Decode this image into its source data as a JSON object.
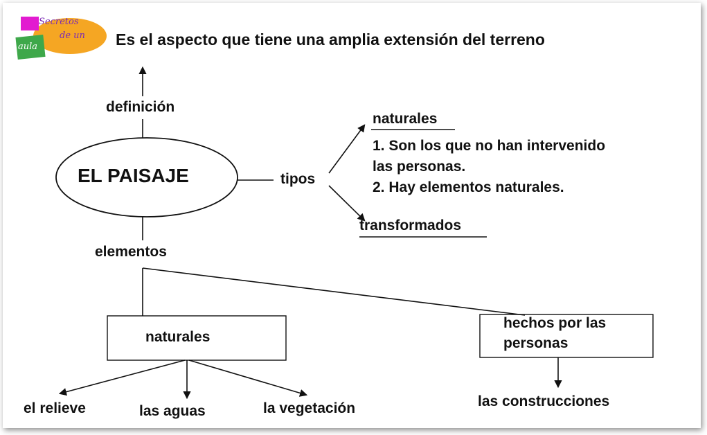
{
  "logo": {
    "line1": "Secretos",
    "line2": "de un",
    "line3": "aula"
  },
  "header": {
    "definition_text": "Es el aspecto que tiene una amplia extensión del terreno"
  },
  "center": {
    "label": "EL PAISAJE"
  },
  "links": {
    "definicion": "definición",
    "tipos": "tipos",
    "elementos": "elementos"
  },
  "tipos": {
    "naturales": {
      "title": "naturales",
      "line1": "1. Son los que no han intervenido",
      "line2": "las personas.",
      "line3": "2. Hay elementos naturales."
    },
    "transformados": {
      "title": "transformados"
    }
  },
  "elementos": {
    "naturales_box": "naturales",
    "humanos_box_line1": "hechos por las",
    "humanos_box_line2": "personas",
    "naturales_items": [
      "el relieve",
      "las aguas",
      "la vegetación"
    ],
    "humanos_items": [
      "las construcciones"
    ]
  }
}
